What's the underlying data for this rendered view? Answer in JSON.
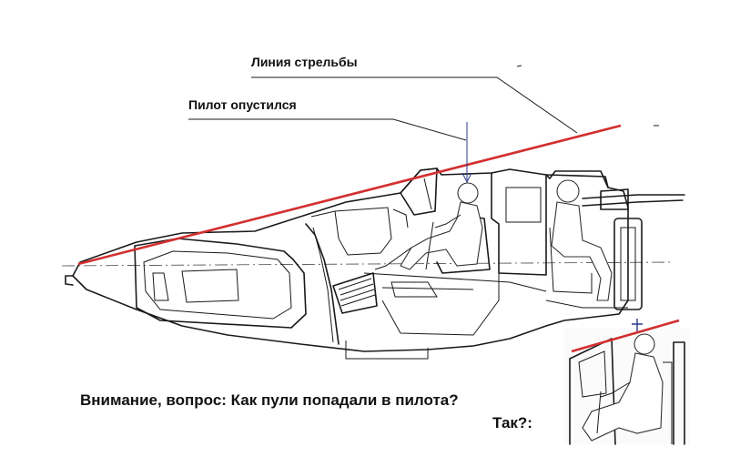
{
  "labels": {
    "fire_line": "Линия стрельбы",
    "pilot_lowered": "Пилот опустился",
    "question": "Внимание, вопрос:  Как пули попадали в пилота?",
    "question_tail": "Так?:"
  },
  "colors": {
    "fire_line": "#d32f2f",
    "drawing": "#1a1a1a",
    "marker": "#2b3a8c"
  },
  "icons": {
    "inset": "pilot-cockpit-inset",
    "marker": "down-arrow-marker"
  }
}
